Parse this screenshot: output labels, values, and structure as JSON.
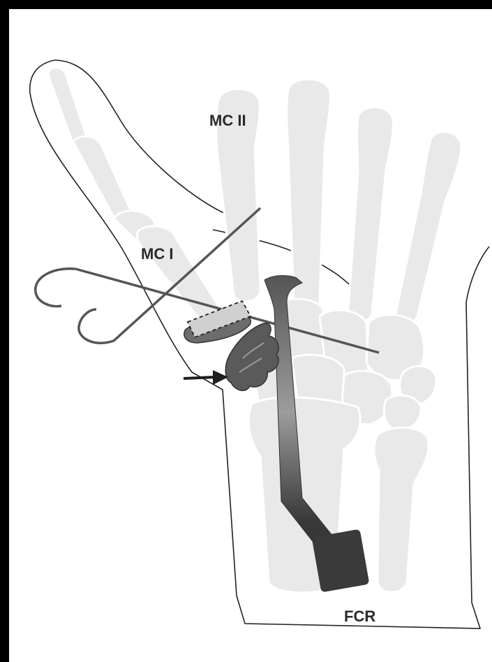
{
  "labels": {
    "mc2": "MC II",
    "mc1": "MC I",
    "fcr": "FCR"
  },
  "colors": {
    "background": "#ffffff",
    "frame": "#000000",
    "bone": "#e9e9e9",
    "tendon_dark": "#3c3c3c",
    "tendon_light": "#9a9a9a",
    "graft": "#5a5a5a",
    "wire": "#555555",
    "outline": "#222222"
  },
  "icons": [
    "arrow-right-icon"
  ]
}
